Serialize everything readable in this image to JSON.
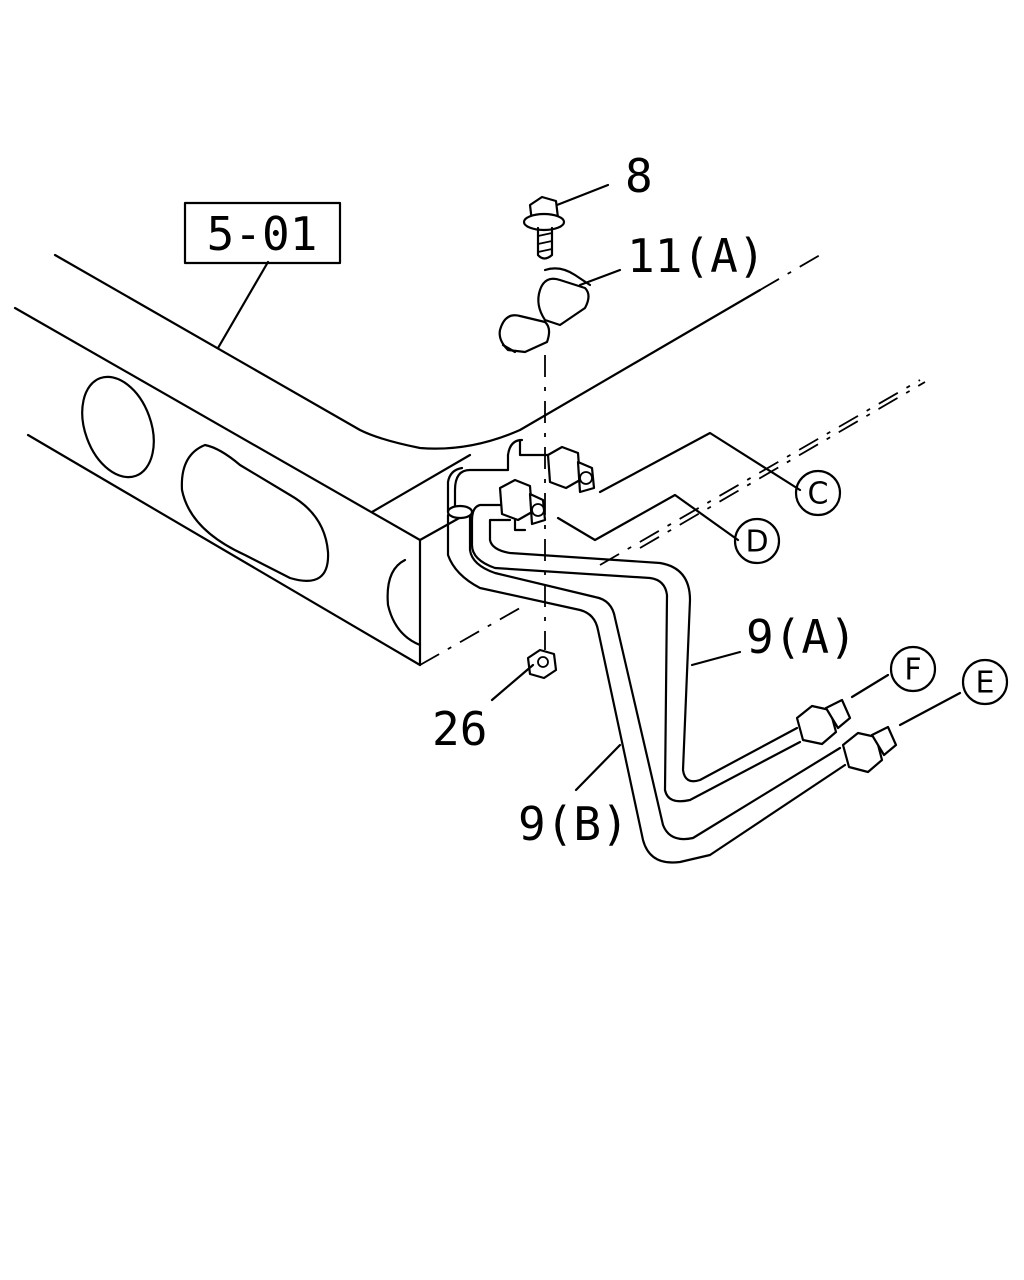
{
  "ref_box": {
    "text": "5-01"
  },
  "labels": {
    "part_8": "8",
    "part_11a": "11(A)",
    "part_9a": "9(A)",
    "part_9b": "9(B)",
    "part_26": "26"
  },
  "connectors": {
    "c": "C",
    "d": "D",
    "e": "E",
    "f": "F"
  }
}
